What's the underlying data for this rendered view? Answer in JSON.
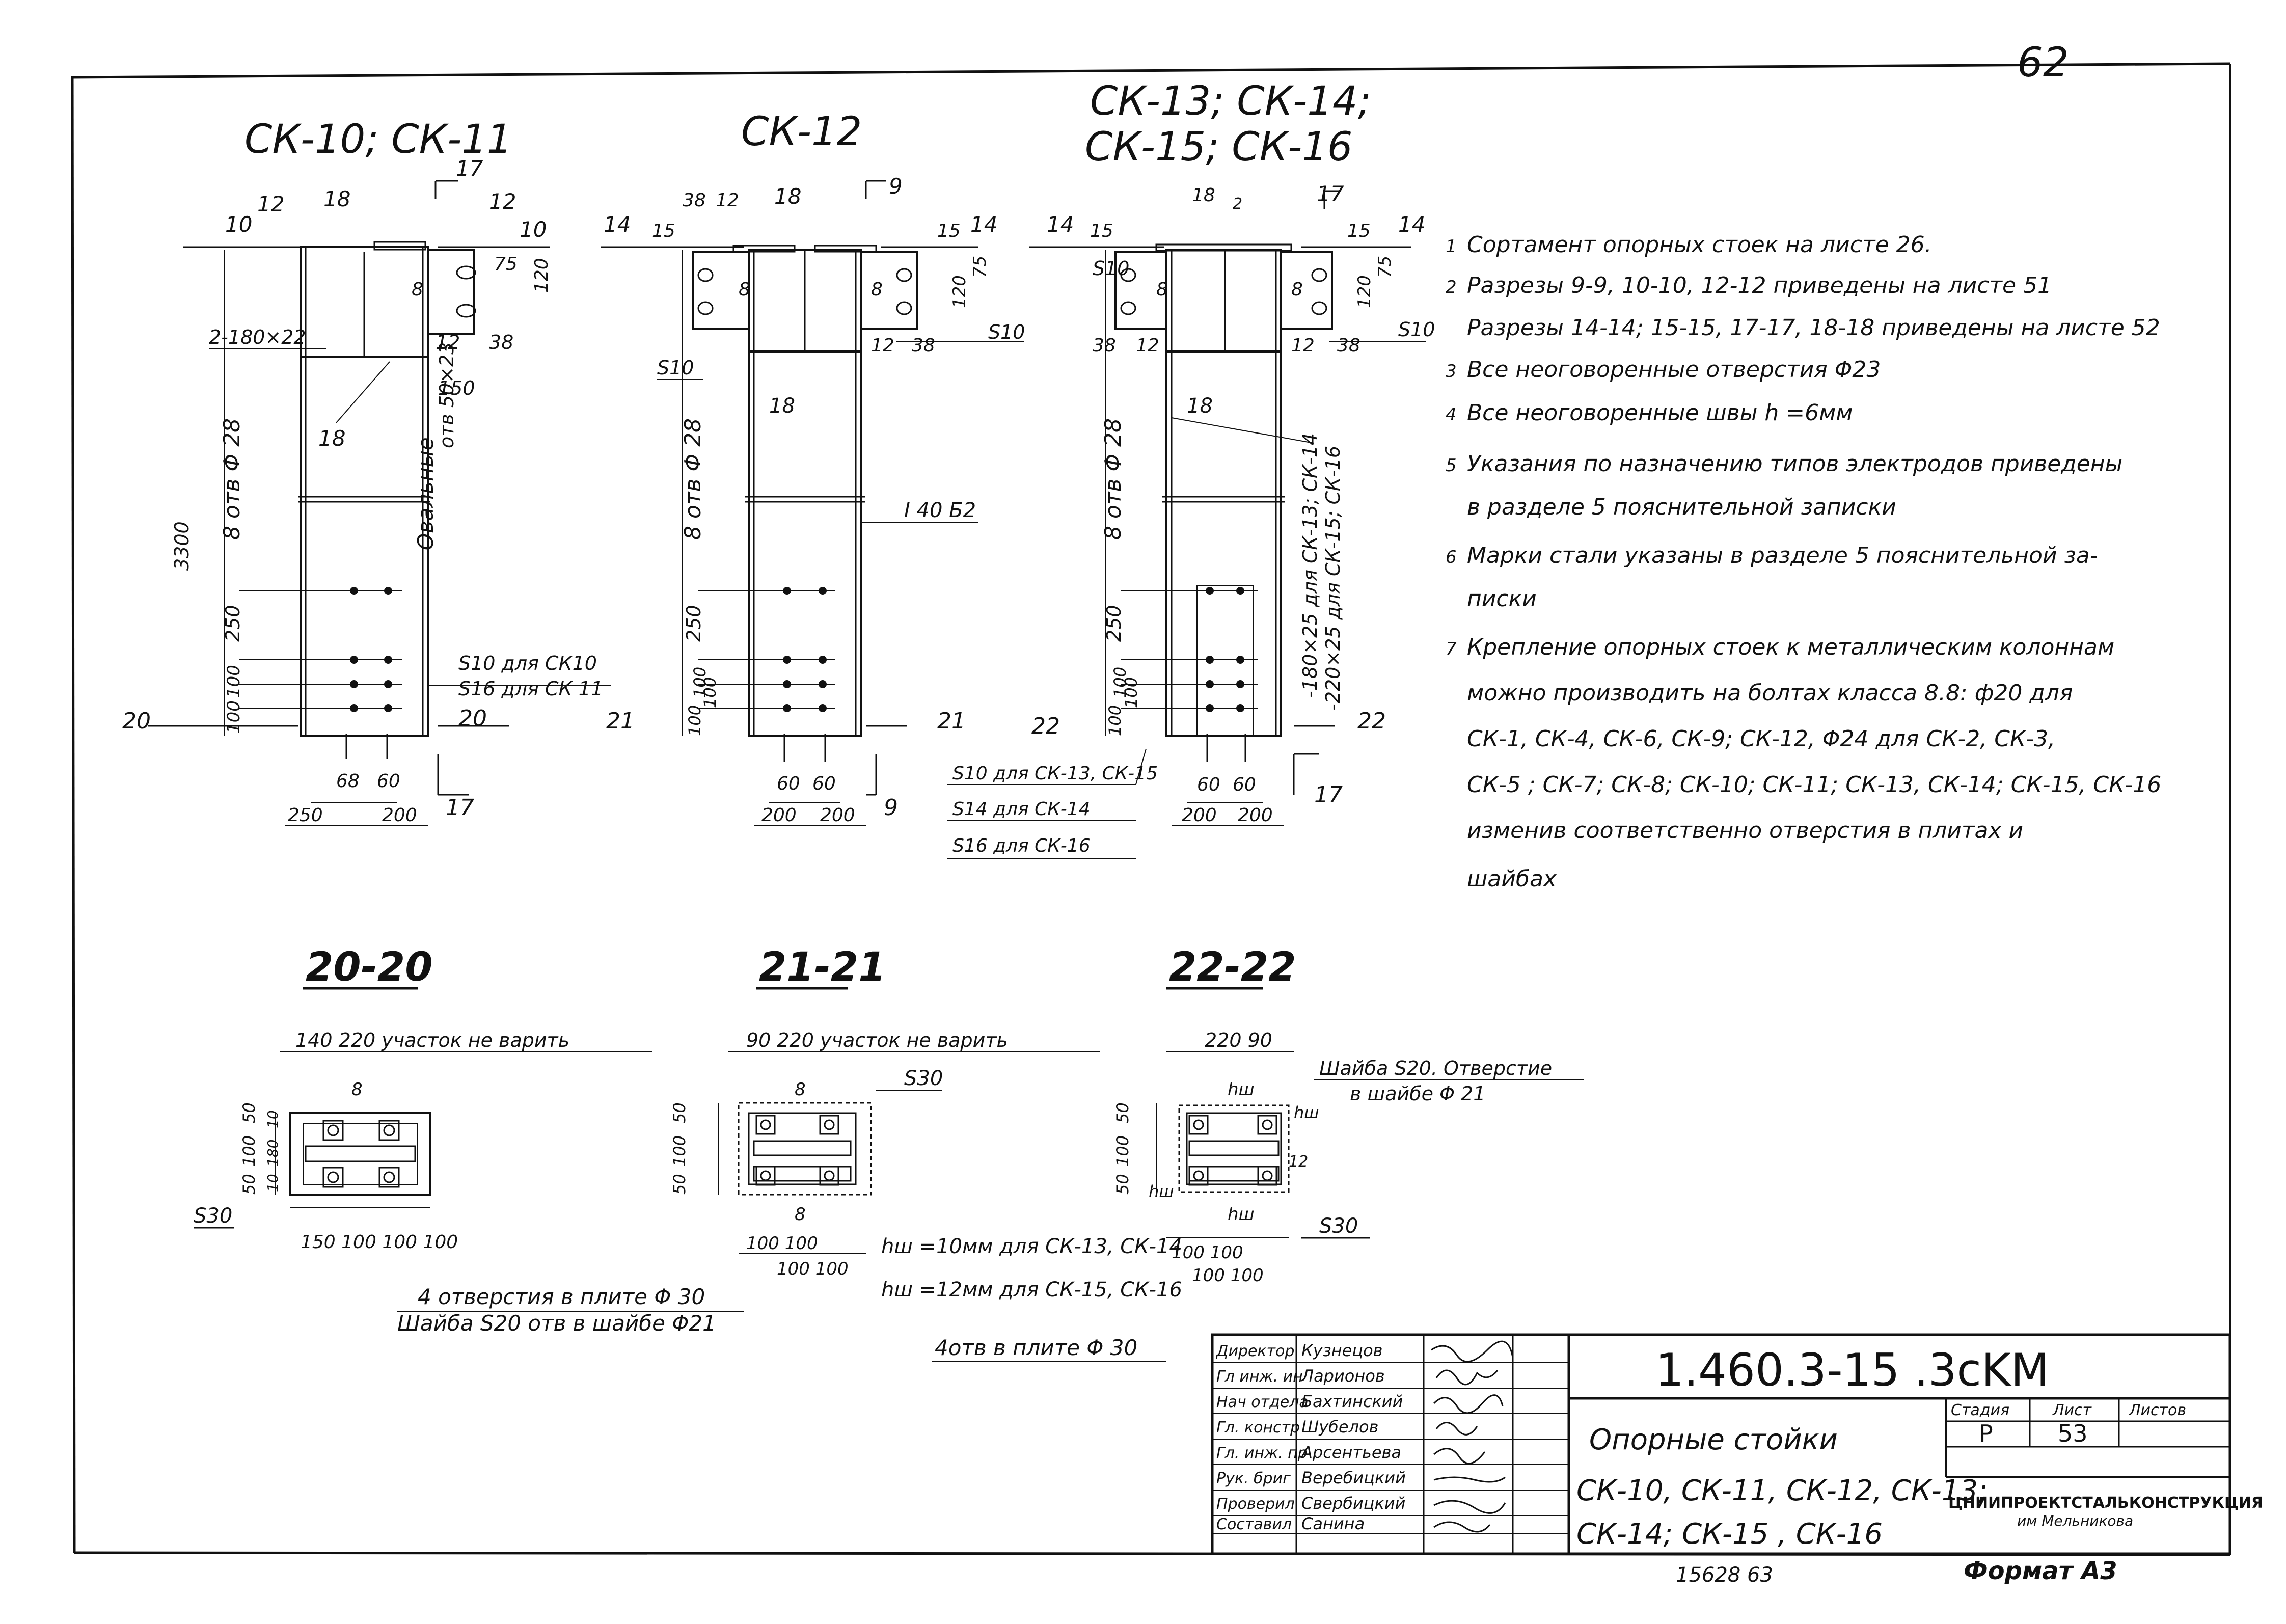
{
  "page_number": "62",
  "views": {
    "ck10_title": "СК-10; СК-11",
    "ck12_title": "СК-12",
    "ck13_title_line1": "СК-13; СК-14;",
    "ck13_title_line2": "СК-15; СК-16"
  },
  "ck10": {
    "dims_top": [
      "10",
      "12",
      "18",
      "17",
      "12",
      "10"
    ],
    "dim_75": "75",
    "dim_120": "120",
    "plate": "2-180×22",
    "dim_12": "12",
    "dim_38": "38",
    "dim_150": "150",
    "holes_note": "отв 50×23",
    "oval": "Овальные",
    "dim_3300": "3300",
    "holes_28": "8 отв  Φ 28",
    "dim_250": "250",
    "dim_100a": "100",
    "dim_100b": "100",
    "s10": "S10  для СК10",
    "s16": "S16  для СК 11",
    "sec20": "20",
    "sec17": "17",
    "sec18": "18",
    "dim_8": "8",
    "bot_68": "68",
    "bot_60": "60",
    "bot_250": "250",
    "bot_200": "200"
  },
  "ck12": {
    "dims_top": [
      "14",
      "15",
      "38",
      "12",
      "18",
      "9",
      "15",
      "14"
    ],
    "dim_75": "75",
    "dim_120": "120",
    "s10a": "S10",
    "s10b": "S10",
    "dim_12": "12",
    "dim_38": "38",
    "sec18": "18",
    "profile": "I 40 Б2",
    "holes_28": "8 отв  Φ 28",
    "dim_250": "250",
    "dim_100a": "100",
    "dim_100b": "100",
    "dim_100c": "100",
    "sec21": "21",
    "sec9": "9",
    "dim_8": "8",
    "bot_60a": "60",
    "bot_60b": "60",
    "bot_200a": "200",
    "bot_200b": "200"
  },
  "ck13": {
    "dims_top": [
      "14",
      "15",
      "18",
      "2",
      "17",
      "15",
      "14"
    ],
    "dim_75": "75",
    "dim_120": "120",
    "s10a": "S10",
    "s10b": "S10",
    "dim_38": "38",
    "dim_12": "12",
    "sec18": "18",
    "holes_28": "8 отв  Φ 28",
    "dim_250": "250",
    "dim_100a": "100",
    "dim_100b": "100",
    "dim_100c": "100",
    "plate1": "-180×25  для СК-13; СК-14",
    "plate2": "-220×25 для СК-15; СК-16",
    "sec22": "22",
    "sec17": "17",
    "dim_8": "8",
    "s10_note": "S10  для СК-13, СК-15",
    "s14_note": "S14  для СК-14",
    "s16_note": "S16  для СК-16",
    "bot_60a": "60",
    "bot_60b": "60",
    "bot_200a": "200",
    "bot_200b": "200"
  },
  "notes": [
    "Сортамент   опорных   стоек  на  листе  26.",
    "Разрезы  9-9, 10-10, 12-12  приведены  на  листе 51",
    "Разрезы  14-14; 15-15, 17-17, 18-18 приведены на листе 52",
    "Все   неоговоренные   отверстия  Φ23",
    "Все   неоговоренные   швы   h =6мм",
    "Указания  по  назначению   типов   электродов  приведены",
    "в  разделе  5  пояснительной   записки",
    "Марки   стали  указаны   в  разделе 5  пояснительной  за-",
    "писки",
    "Крепление   опорных   стоек   к   металлическим  колоннам",
    "можно  производить   на   болтах   класса 8.8: ф20  для",
    "СК-1, СК-4, СК-6, СК-9; СК-12,   Φ24  для СК-2, СК-3,",
    "СК-5 ;  СК-7; СК-8; СК-10; СК-11; СК-13, СК-14; СК-15, СК-16",
    "изменив   соответственно   отверстия   в  плитах  и",
    "шайбах"
  ],
  "note_numbers": [
    "1",
    "2",
    "3",
    "4",
    "5",
    "6",
    "7"
  ],
  "sections": {
    "s20_title": "20-20",
    "s21_title": "21-21",
    "s22_title": "22-22",
    "s20_top": "140   220    участок  не варить",
    "s21_top": "90   220    участок  не варить",
    "s22_top": "220   90",
    "s20_bottom": "150  100 100 100",
    "s20_s30": "S30",
    "s21_s30": "S30",
    "s22_s30": "S30",
    "s20_dims_left": [
      "50",
      "100",
      "50"
    ],
    "s20_dims_inner": [
      "10",
      "180",
      "10"
    ],
    "s21_dims_left": [
      "50",
      "100",
      "50"
    ],
    "s22_dims_left": [
      "50",
      "100",
      "50"
    ],
    "s21_bottom1": "100    100",
    "s21_bottom2": "100    100",
    "s22_bottom1": "100    100",
    "s22_bottom2": "100    100",
    "washer_note_line1": "Шайба  S20.  Отверстие",
    "washer_note_line2": "в  шайбе  Φ 21",
    "hw1": "hш =10мм   для СК-13, СК-14",
    "hw2": "hш =12мм   для СК-15, СК-16",
    "holes4_line1": "4  отверстия  в  плите  Φ 30",
    "holes4_line2": "Шайба  S20  отв  в  шайбе  Φ21",
    "holes4_b": "4отв  в  плите  Φ 30",
    "dim_8": "8",
    "hw": "hш",
    "s12": "12"
  },
  "title_block": {
    "roles": [
      "Директор",
      "Гл инж. ин",
      "Нач отдела",
      "Гл. констр",
      "Гл. инж. пр",
      "Рук. бриг",
      "Проверил",
      "Составил"
    ],
    "names": [
      "Кузнецов",
      "Ларионов",
      "Бахтинский",
      "Шубелов",
      "Арсентьева",
      "Веребицкий",
      "Свербицкий",
      "Санина"
    ],
    "doc_code": "1.460.3-15 .3cKM",
    "title_line1": "Опорные   стойки",
    "title_line2": "СК-10, СК-11, СК-12, СК-13;",
    "title_line3": "СК-14; СК-15 , СК-16",
    "stage_label": "Стадия",
    "sheet_label": "Лист",
    "sheets_label": "Листов",
    "stage": "Р",
    "sheet": "53",
    "org_line1": "ЦНИИПРОЕКТСТАЛЬКОНСТРУКЦИЯ",
    "org_line2": "им  Мельникова",
    "inv": "15628    63",
    "format": "Формат А3"
  }
}
